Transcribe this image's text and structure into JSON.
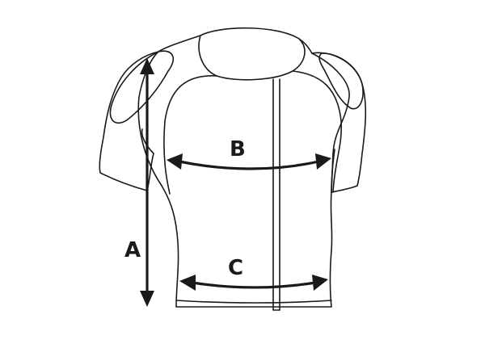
{
  "diagram": {
    "measurements": [
      {
        "id": "A",
        "label": "A"
      },
      {
        "id": "B",
        "label": "B"
      },
      {
        "id": "C",
        "label": "C"
      }
    ]
  },
  "colors": {
    "line": "#1a1a1a",
    "background": "#ffffff"
  }
}
